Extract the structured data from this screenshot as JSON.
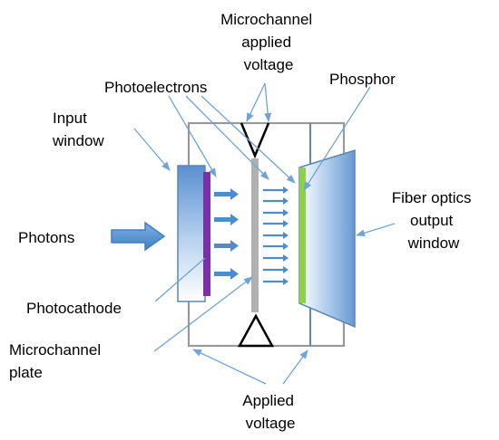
{
  "labels": {
    "microchannel_applied_voltage": [
      "Microchannel",
      "applied",
      "voltage"
    ],
    "photoelectrons": "Photoelectrons",
    "phosphor": "Phosphor",
    "input_window": [
      "Input",
      "window"
    ],
    "photons": "Photons",
    "fiber_optics_output_window": [
      "Fiber optics",
      "output",
      "window"
    ],
    "photocathode": "Photocathode",
    "microchannel_plate": [
      "Microchannel",
      "plate"
    ],
    "applied_voltage": [
      "Applied",
      "voltage"
    ]
  },
  "colors": {
    "leader_line": "#6fa4d8",
    "photon_arrow": "#4f8ccc",
    "photocathode": "#7b2fa8",
    "phosphor": "#8dd04a",
    "microchannel_plate": "#b0b0b0",
    "frame": "#999999",
    "window_edge": "#5a86b8"
  }
}
